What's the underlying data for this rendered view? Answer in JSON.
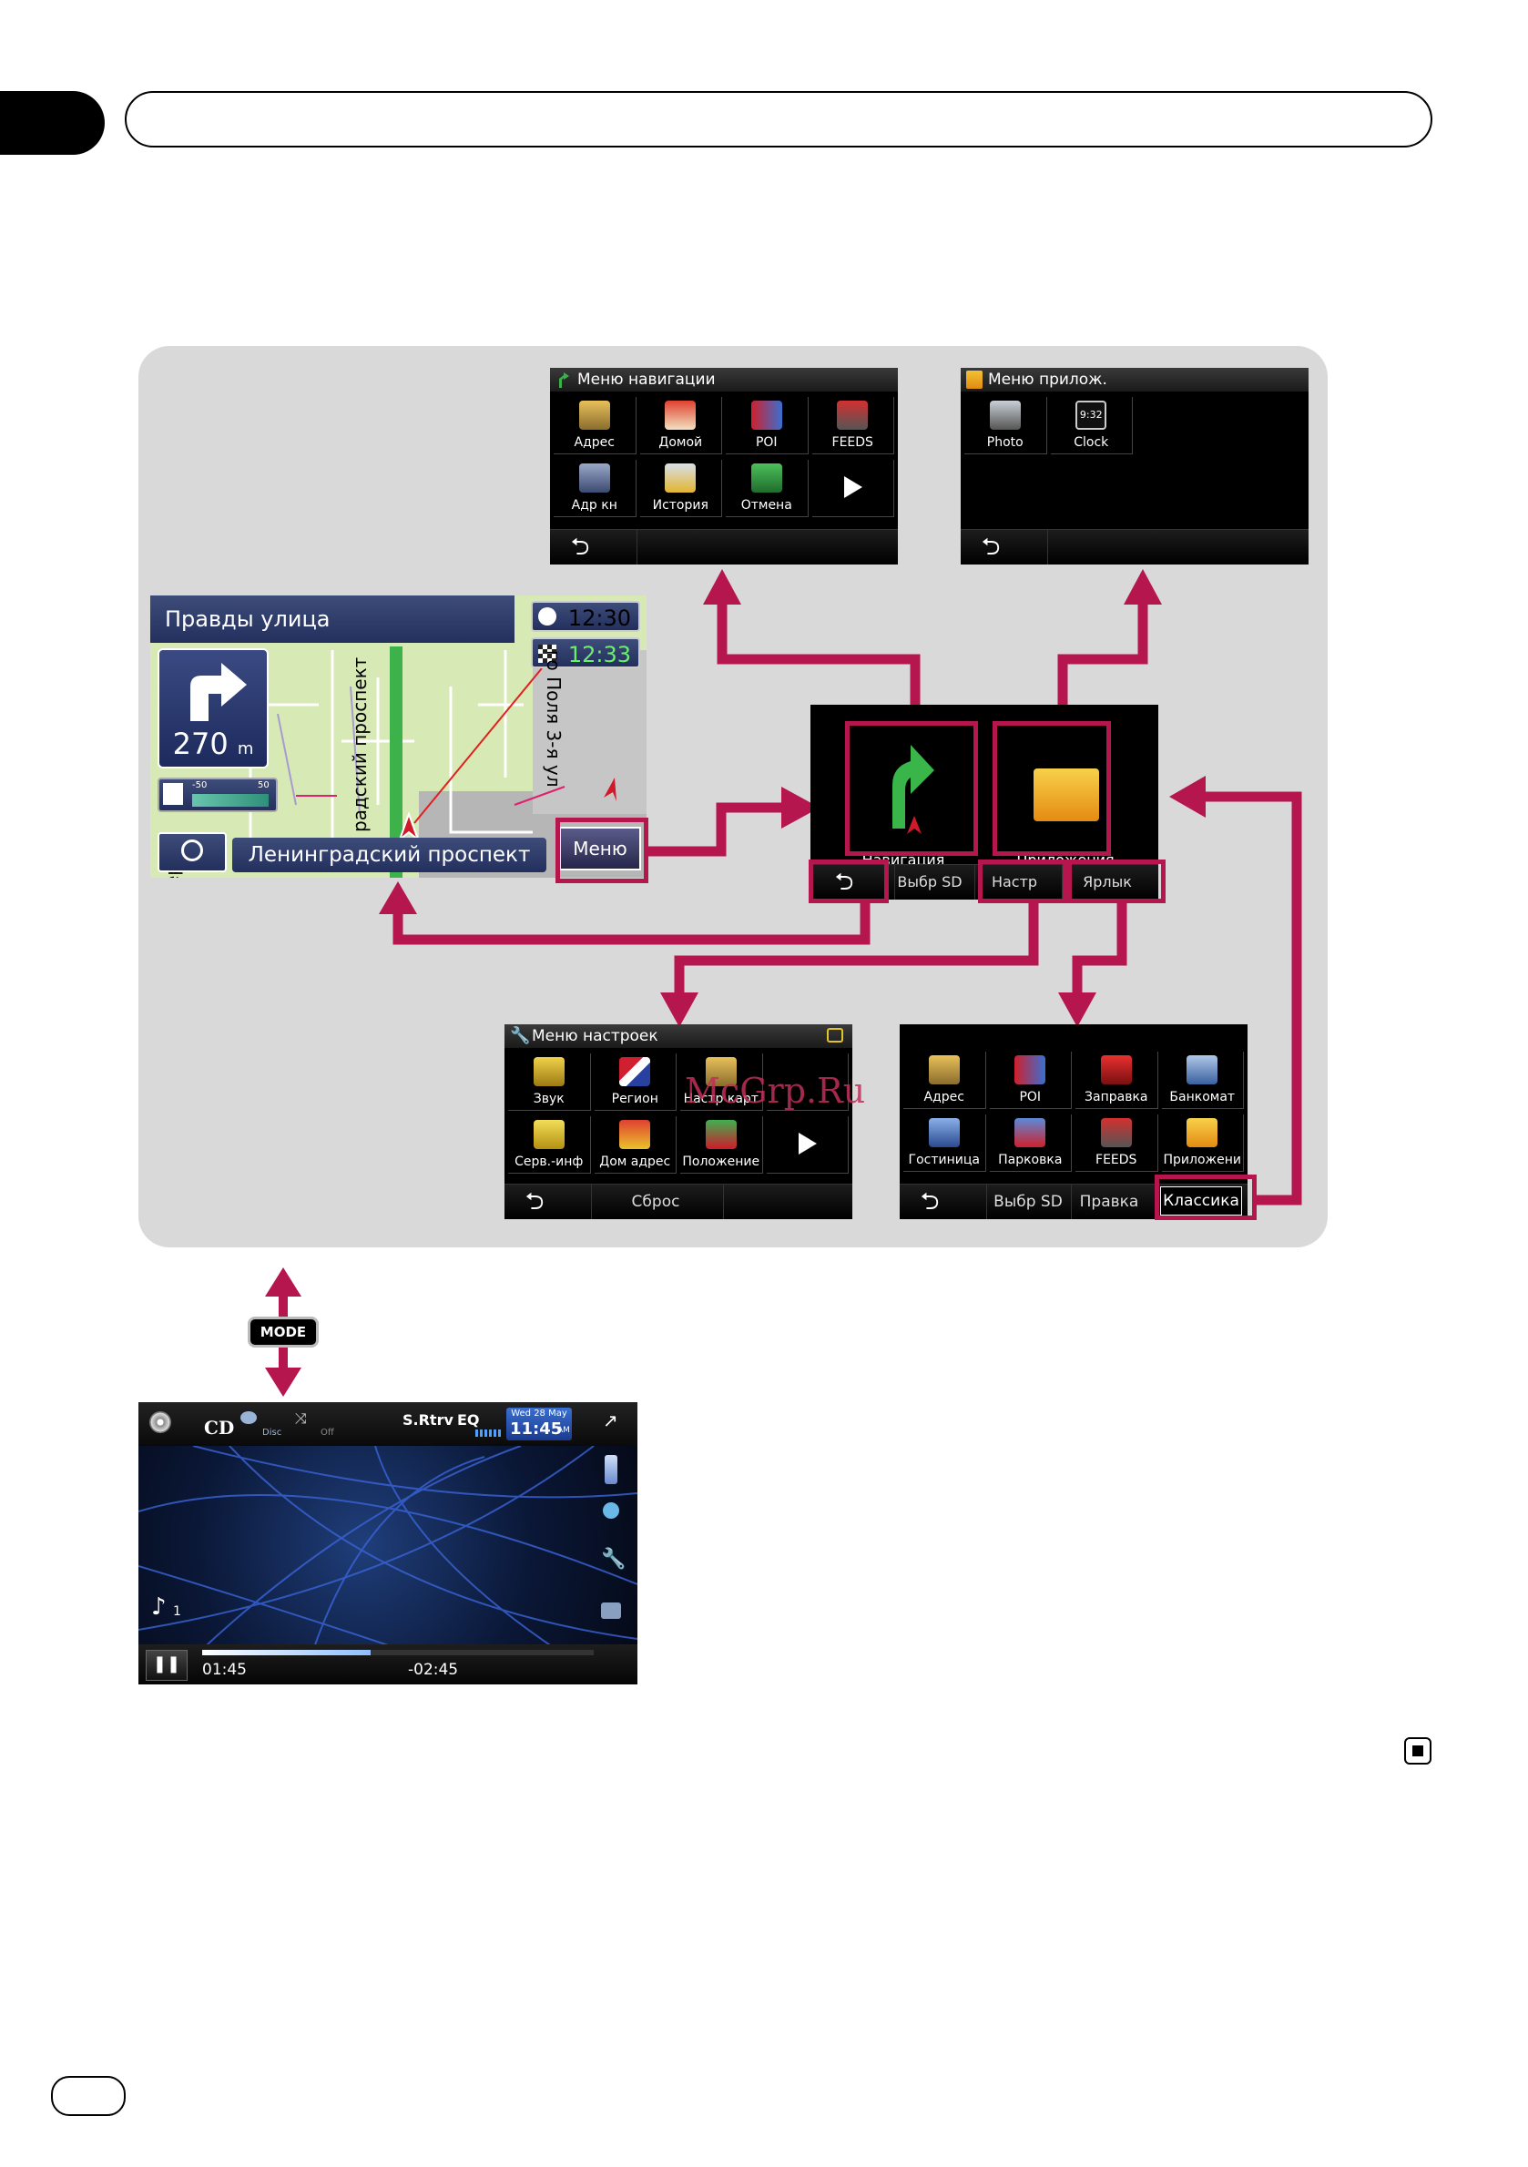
{
  "nav_menu": {
    "title": "Меню навигации",
    "items": [
      "Адрес",
      "Домой",
      "POI",
      "FEEDS",
      "Адр кн",
      "История",
      "Отмена"
    ],
    "next_icon": "play-right-icon"
  },
  "app_menu": {
    "title": "Меню прилож.",
    "items": [
      "Photo",
      "Clock"
    ],
    "clock_icon_text": "9:32"
  },
  "map": {
    "street_top": "Правды улица",
    "distance": "270",
    "distance_unit": "m",
    "time_now": "12:30",
    "time_eta": "12:33",
    "street_bottom": "Ленинградский проспект",
    "menu_button": "Меню",
    "vertical_street_1": "радский проспект",
    "vertical_street_2": "го Поля 3-я ул",
    "vertical_street_left": "ер",
    "scale_left": "-50",
    "scale_right": "50"
  },
  "top_menu": {
    "nav_label": "Навигация",
    "app_label": "Приложения",
    "back_icon": "back-arrow-icon",
    "sd_button": "Выбр SD",
    "settings_button": "Настр",
    "shortcut_button": "Ярлык"
  },
  "settings_menu": {
    "title": "Меню настроек",
    "items": [
      "Звук",
      "Регион",
      "Настр карт",
      "Серв.-инф",
      "Дом адрес",
      "Положение"
    ],
    "reset_button": "Сброс"
  },
  "shortcut_menu": {
    "items": [
      "Адрес",
      "POI",
      "Заправка",
      "Банкомат",
      "Гостиница",
      "Парковка",
      "FEEDS",
      "Приложени"
    ],
    "sd_button": "Выбр SD",
    "edit_button": "Правка",
    "classic_button": "Классика"
  },
  "mode_button": "MODE",
  "cd_screen": {
    "source": "CD",
    "disc_label": "Disc",
    "off_label": "Off",
    "srtrv": "S.Rtrv",
    "eq": "EQ",
    "date": "Wed 28 May",
    "time": "11:45",
    "time_suffix": "AM",
    "track": "1",
    "elapsed": "01:45",
    "remaining": "-02:45",
    "progress": 0.43
  },
  "watermark": "McGrp.Ru",
  "colors": {
    "accent": "#b5164e",
    "panel": "#d9d9d9"
  }
}
